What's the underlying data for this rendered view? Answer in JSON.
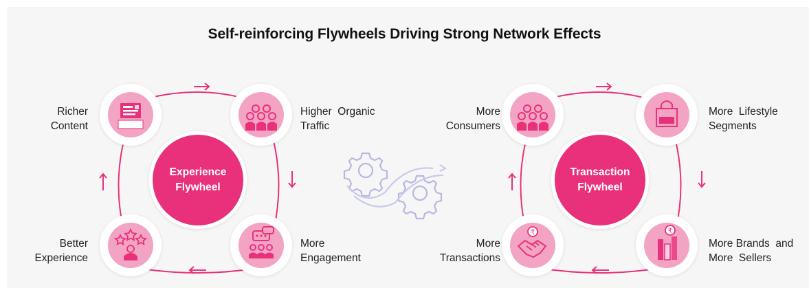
{
  "title": "Self-reinforcing Flywheels Driving Strong Network Effects",
  "colors": {
    "accent": "#e8317a",
    "node_fill": "#f3a3c4",
    "icon": "#e8317a",
    "gear": "#b7b8e0"
  },
  "flywheels": [
    {
      "hub": [
        "Experience",
        "Flywheel"
      ],
      "nodes": [
        {
          "label": "Richer\nContent",
          "icon": "content-icon"
        },
        {
          "label": "Higher  Organic\nTraffic",
          "icon": "people-group-icon"
        },
        {
          "label": "More\nEngagement",
          "icon": "chat-group-icon"
        },
        {
          "label": "Better\nExperience",
          "icon": "star-rating-icon"
        }
      ]
    },
    {
      "hub": [
        "Transaction",
        "Flywheel"
      ],
      "nodes": [
        {
          "label": "More\nConsumers",
          "icon": "people-group-icon"
        },
        {
          "label": "More  Lifestyle\nSegments",
          "icon": "shopping-bag-icon"
        },
        {
          "label": "More Brands  and\nMore  Sellers",
          "icon": "products-rupee-icon"
        },
        {
          "label": "More\nTransactions",
          "icon": "handshake-rupee-icon"
        }
      ]
    }
  ]
}
